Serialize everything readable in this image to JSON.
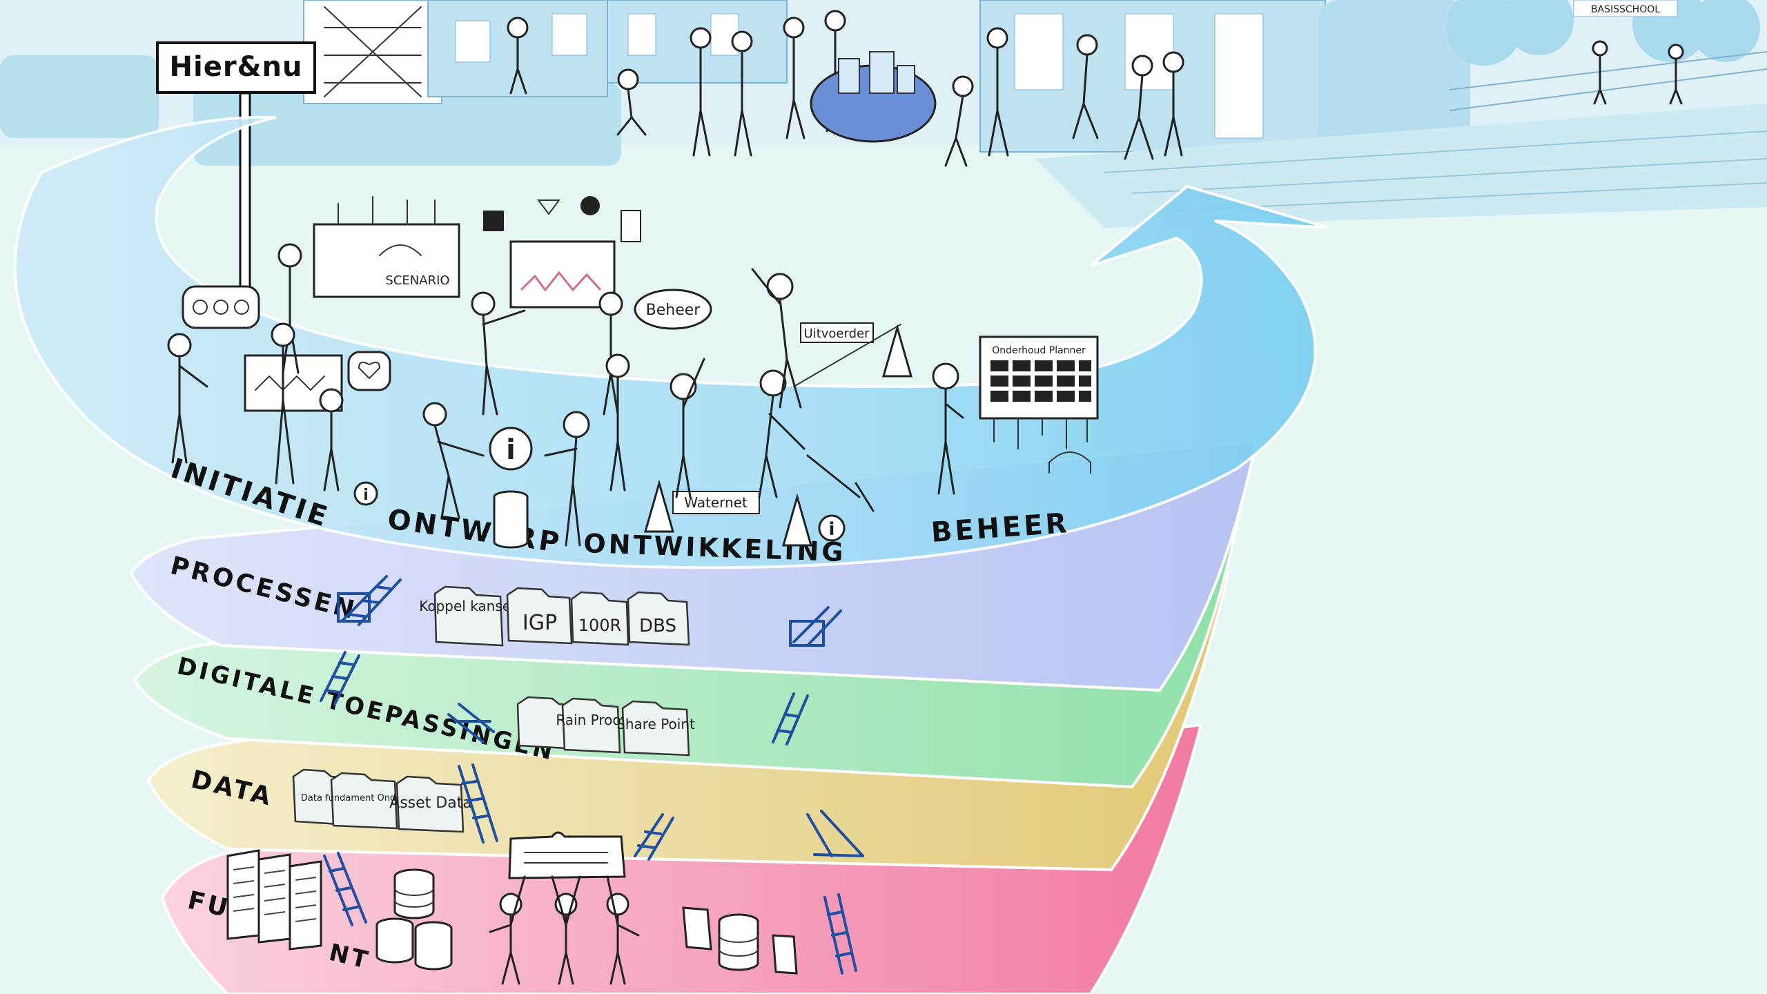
{
  "sign": {
    "text": "Hier&nu"
  },
  "phases": {
    "initiatie": "INITIATIE",
    "ontwerp": "ONTWERP",
    "ontwikkeling": "ONTWIKKELING",
    "beheer": "BEHEER"
  },
  "layers": {
    "processen": {
      "label": "PROCESSEN",
      "folders": [
        "Koppel kansen",
        "IGP",
        "100R",
        "DBS"
      ]
    },
    "digitale_toepassingen": {
      "label": "DIGITALE TOEPASSINGEN",
      "folders": [
        "Rain Proof",
        "Share Point"
      ]
    },
    "data": {
      "label": "DATA",
      "folders": [
        "Data fundament Ondergrond",
        "Asset Data"
      ]
    },
    "fundament": {
      "label": "FUNDAMENT",
      "visible_start": "FU",
      "visible_end": "NT"
    }
  },
  "board_labels": {
    "scenario": "SCENARIO",
    "beheer_bubble": "Beheer",
    "aannemer": "Uitvoerder",
    "waternet": "Waternet",
    "onderhoud_planner": "Onderhoud Planner",
    "school": "BASISSCHOOL"
  },
  "colors": {
    "background": "#e6f6f5",
    "arrow_blue": "#8fd3f2",
    "processen": "#c5cff5",
    "digitale": "#b6ecc9",
    "data": "#ece4a7",
    "fundament": "#f7b6cc",
    "ladder": "#1f4fa3"
  }
}
